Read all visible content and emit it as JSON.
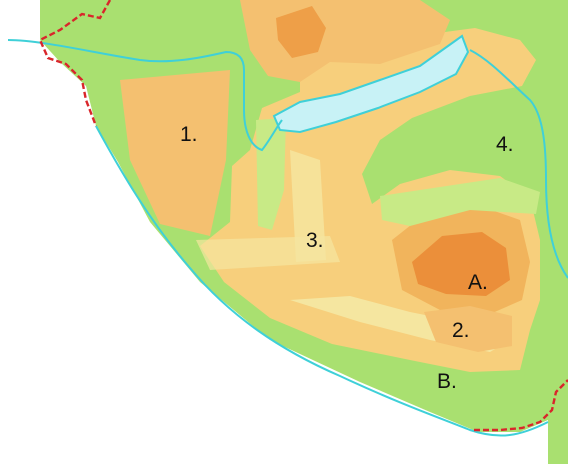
{
  "labels": {
    "region_1": "1.",
    "region_2": "2.",
    "region_3": "3.",
    "region_4": "4.",
    "point_A": "A.",
    "point_B": "B."
  },
  "colors": {
    "background": "#ffffff",
    "lowland_green": "#a9e070",
    "light_green": "#c8ea86",
    "pale_yellow": "#f5e6a0",
    "light_orange": "#f7cf7c",
    "orange": "#f1b45c",
    "dark_orange": "#eb8f3a",
    "water": "#c8f2f6",
    "river": "#3fd0d8",
    "border": "#d9262b"
  }
}
